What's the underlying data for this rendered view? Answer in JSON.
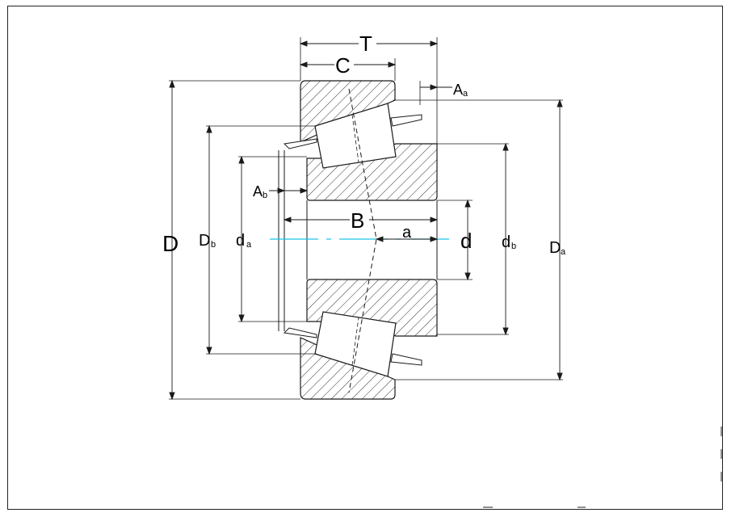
{
  "drawing": {
    "labels": {
      "T": "T",
      "C": "C",
      "Aa_main": "A",
      "Aa_sub": "a",
      "Ab_main": "A",
      "Ab_sub": "b",
      "B": "B",
      "a": "a",
      "d": "d",
      "D": "D",
      "Db_main": "D",
      "Db_sub": "b",
      "da_main": "d",
      "da_sub": "a",
      "db_main": "d",
      "db_sub": "b",
      "Da_main": "D",
      "Da_sub": "a"
    },
    "colors": {
      "line": "#1a1a1a",
      "hatch": "#333333",
      "axis": "#19c3e6"
    }
  }
}
